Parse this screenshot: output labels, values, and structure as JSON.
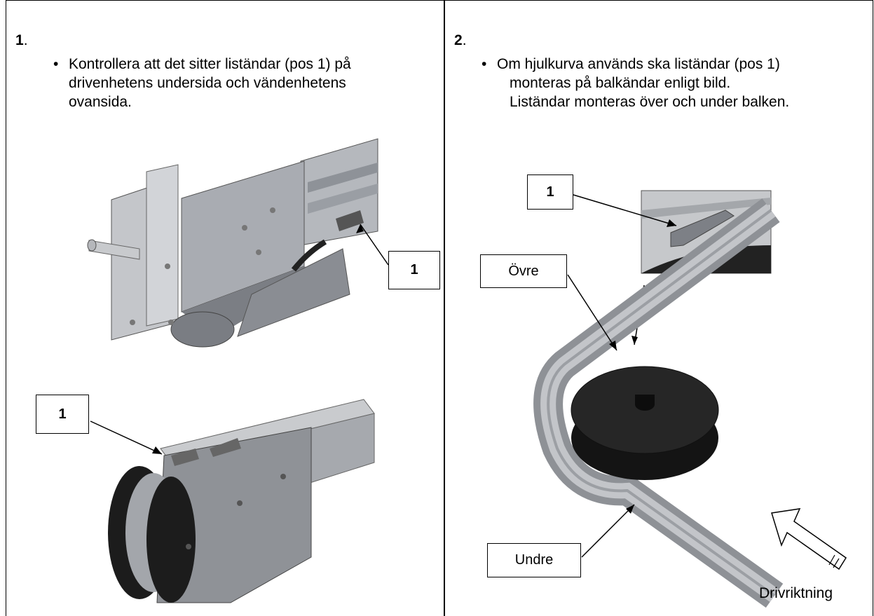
{
  "panel1": {
    "step_number": "1",
    "step_suffix": ".",
    "bullet_lines": [
      "Kontrollera att det sitter liständar (pos 1) på",
      "drivenhetens undersida och vändenhetens",
      "ovansida."
    ],
    "callout_top": "1",
    "callout_bottom": "1"
  },
  "panel2": {
    "step_number": "2",
    "step_suffix": ".",
    "bullet_lines": [
      "Om hjulkurva används ska liständar (pos 1)",
      "monteras på balkändar enligt bild.",
      "Liständar monteras över och under balken."
    ],
    "callout_top": "1",
    "label_upper": "Övre",
    "label_lower": "Undre",
    "caption_direction": "Drivriktning"
  },
  "bullet_glyph": "•"
}
